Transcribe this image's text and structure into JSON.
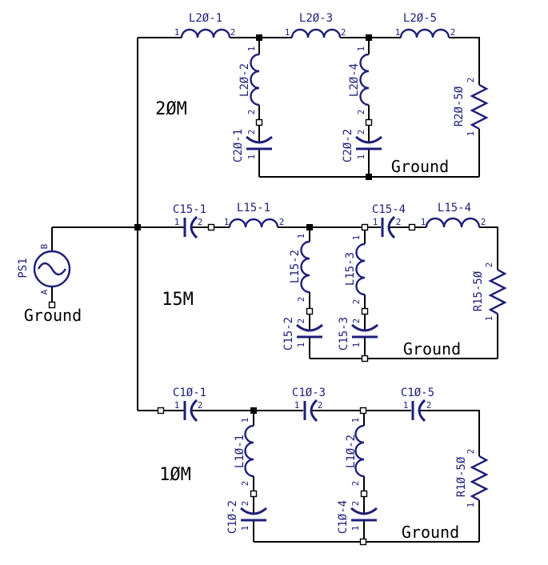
{
  "schematic": {
    "pins": {
      "one": "1",
      "two": "2"
    },
    "source": {
      "ref": "PS1",
      "pin_top": "B",
      "pin_bottom": "A",
      "ground": "Ground"
    },
    "bands": {
      "b20": {
        "label": "20M",
        "ground": "Ground",
        "L1": "L20-1",
        "L3": "L20-3",
        "L5": "L20-5",
        "L2": "L20-2",
        "L4": "L20-4",
        "C1": "C20-1",
        "C2": "C20-2",
        "R": "R20-50"
      },
      "b15": {
        "label": "15M",
        "ground": "Ground",
        "C1": "C15-1",
        "L1": "L15-1",
        "C4": "C15-4",
        "L4": "L15-4",
        "L2": "L15-2",
        "L3": "L15-3",
        "C2": "C15-2",
        "C3": "C15-3",
        "R": "R15-50"
      },
      "b10": {
        "label": "10M",
        "ground": "Ground",
        "C1": "C10-1",
        "C3": "C10-3",
        "C5": "C10-5",
        "L1": "L10-1",
        "L2": "L10-2",
        "C2": "C10-2",
        "C4": "C10-4",
        "R": "R10-50"
      }
    },
    "colors": {
      "wire": "#000000",
      "component": "#1f1f78",
      "background": "#ffffff"
    }
  }
}
